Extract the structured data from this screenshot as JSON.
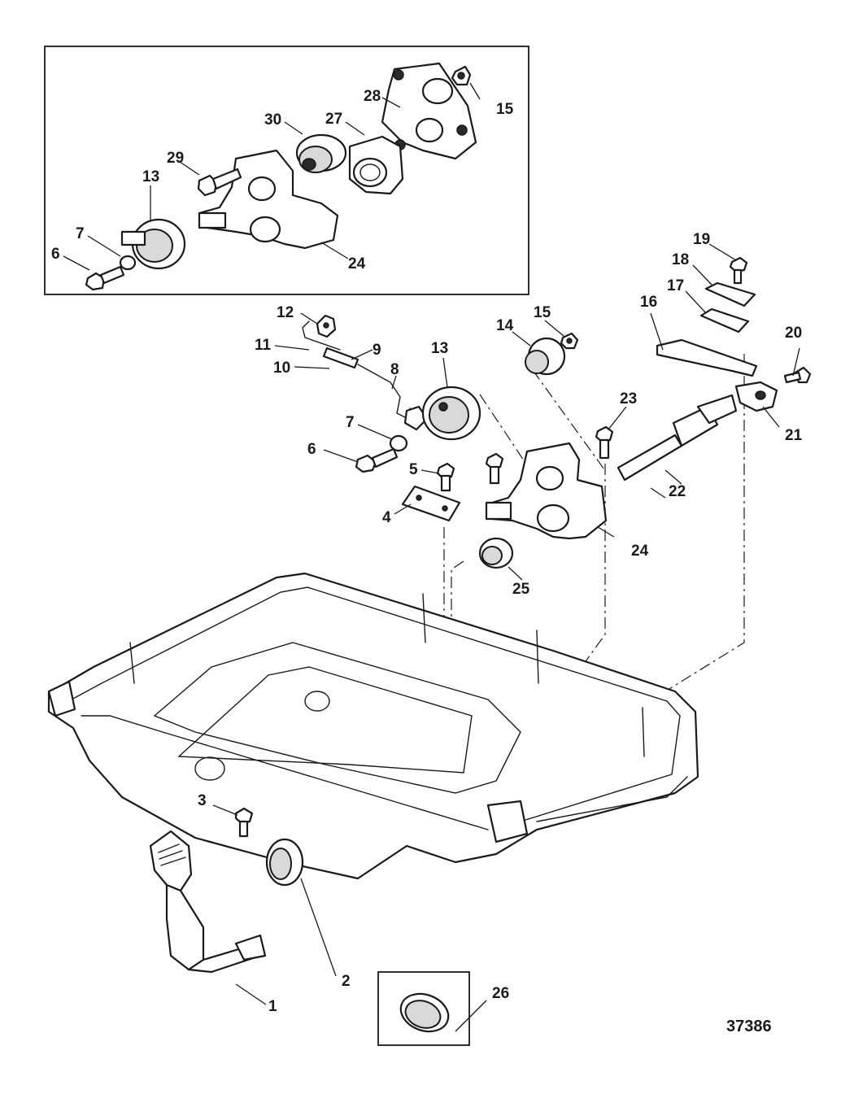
{
  "figure_id": "37386",
  "callouts": {
    "c1": "1",
    "c2": "2",
    "c3": "3",
    "c4": "4",
    "c5": "5",
    "c6a": "6",
    "c6b": "6",
    "c7a": "7",
    "c7b": "7",
    "c8": "8",
    "c9": "9",
    "c10": "10",
    "c11": "11",
    "c12": "12",
    "c13a": "13",
    "c13b": "13",
    "c14": "14",
    "c15a": "15",
    "c15b": "15",
    "c16": "16",
    "c17": "17",
    "c18": "18",
    "c19": "19",
    "c20": "20",
    "c21": "21",
    "c22": "22",
    "c23": "23",
    "c24a": "24",
    "c24b": "24",
    "c25": "25",
    "c26": "26",
    "c27": "27",
    "c28": "28",
    "c29": "29",
    "c30": "30"
  }
}
